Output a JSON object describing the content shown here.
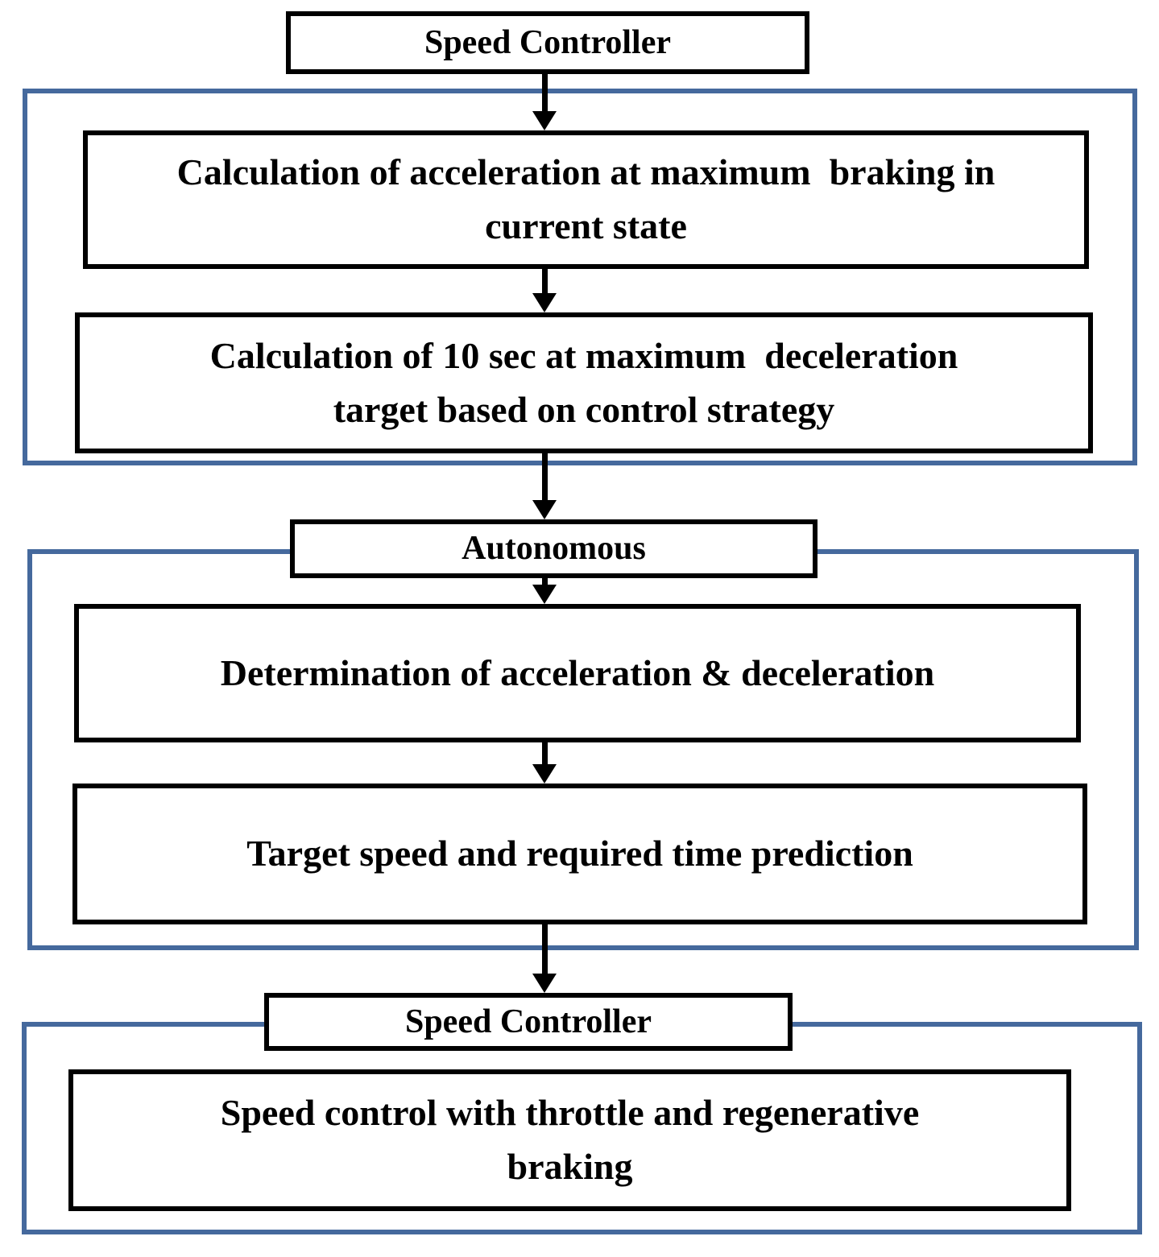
{
  "diagram": {
    "type": "flowchart",
    "colors": {
      "background": "#FFFFFF",
      "node_border": "#000000",
      "group_border": "#45699D",
      "arrow": "#000000",
      "text": "#000000"
    },
    "nodes": {
      "speed_controller_top": {
        "label": "Speed Controller"
      },
      "calc_acceleration": {
        "line1": "Calculation of acceleration at maximum  braking in",
        "line2": "current state"
      },
      "calc_deceleration": {
        "line1": "Calculation of 10 sec at maximum  deceleration",
        "line2": "target based on control strategy"
      },
      "autonomous": {
        "label": "Autonomous"
      },
      "determination": {
        "label": "Determination of acceleration & deceleration"
      },
      "target_speed": {
        "label": "Target speed and required time prediction"
      },
      "speed_controller_bottom": {
        "label": "Speed Controller"
      },
      "speed_control_braking": {
        "line1": "Speed control with throttle and regenerative",
        "line2": "braking"
      }
    }
  }
}
